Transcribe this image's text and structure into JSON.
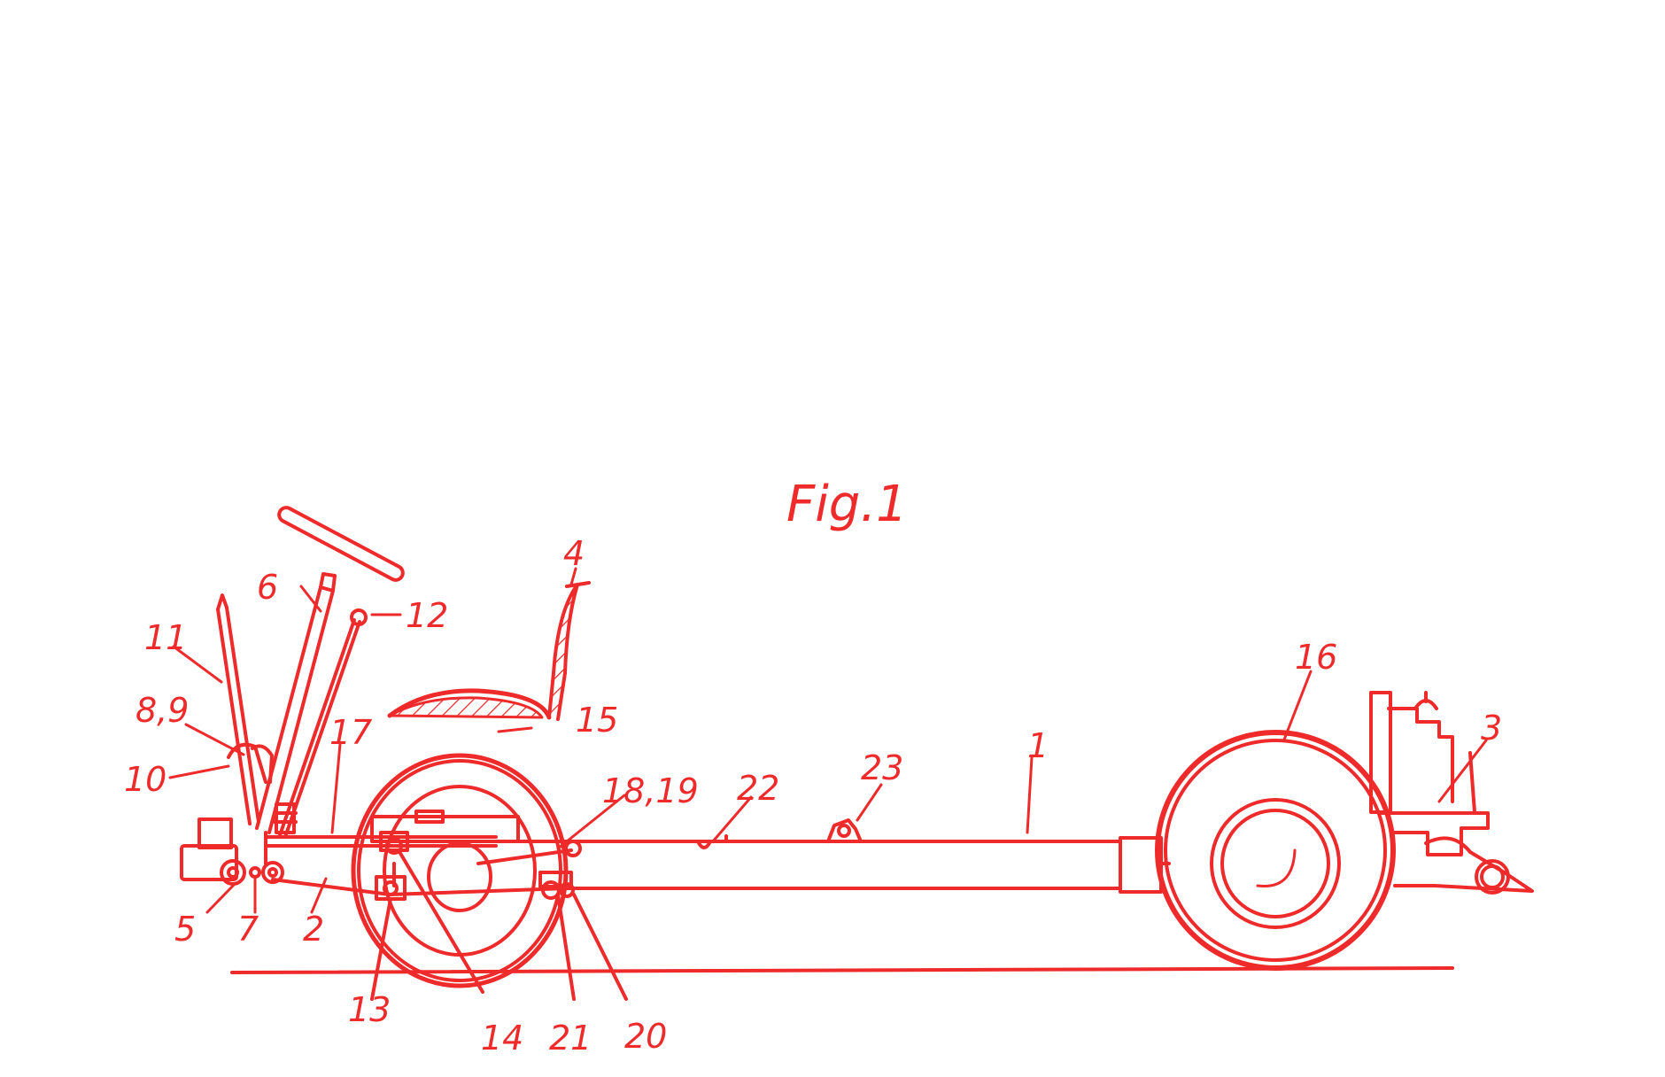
{
  "figure": {
    "title": "Fig.1",
    "ink_color": "#ee2a2a",
    "labels": {
      "l1": "1",
      "l2": "2",
      "l3": "3",
      "l4": "4",
      "l5": "5",
      "l6": "6",
      "l7": "7",
      "l8_9": "8,9",
      "l10": "10",
      "l11": "11",
      "l12": "12",
      "l13": "13",
      "l14": "14",
      "l15": "15",
      "l16": "16",
      "l17": "17",
      "l18_19": "18,19",
      "l20": "20",
      "l21": "21",
      "l22": "22",
      "l23": "23"
    }
  }
}
